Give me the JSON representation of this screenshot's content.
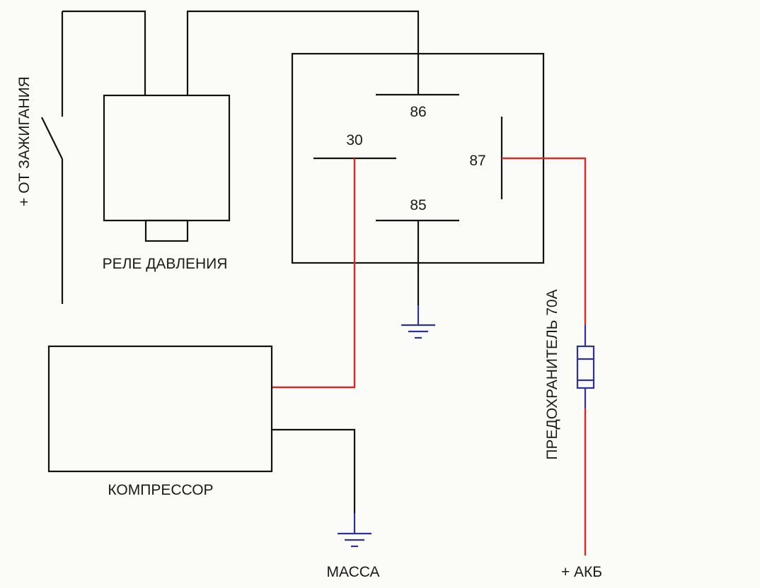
{
  "labels": {
    "pressure_relay": "РЕЛЕ ДАВЛЕНИЯ",
    "compressor": "КОМПРЕССОР",
    "ground": "МАССА",
    "battery": "+ АКБ",
    "ignition": "+ ОТ ЗАЖИГАНИЯ",
    "fuse": "ПРЕДОХРАНИТЕЛЬ 70А"
  },
  "relay_pins": {
    "pin86": "86",
    "pin30": "30",
    "pin87": "87",
    "pin85": "85"
  },
  "colors": {
    "wire": "#111111",
    "power_wire": "#d42a2a",
    "ground_symbol": "#30309a",
    "background": "#fbfbf7"
  }
}
